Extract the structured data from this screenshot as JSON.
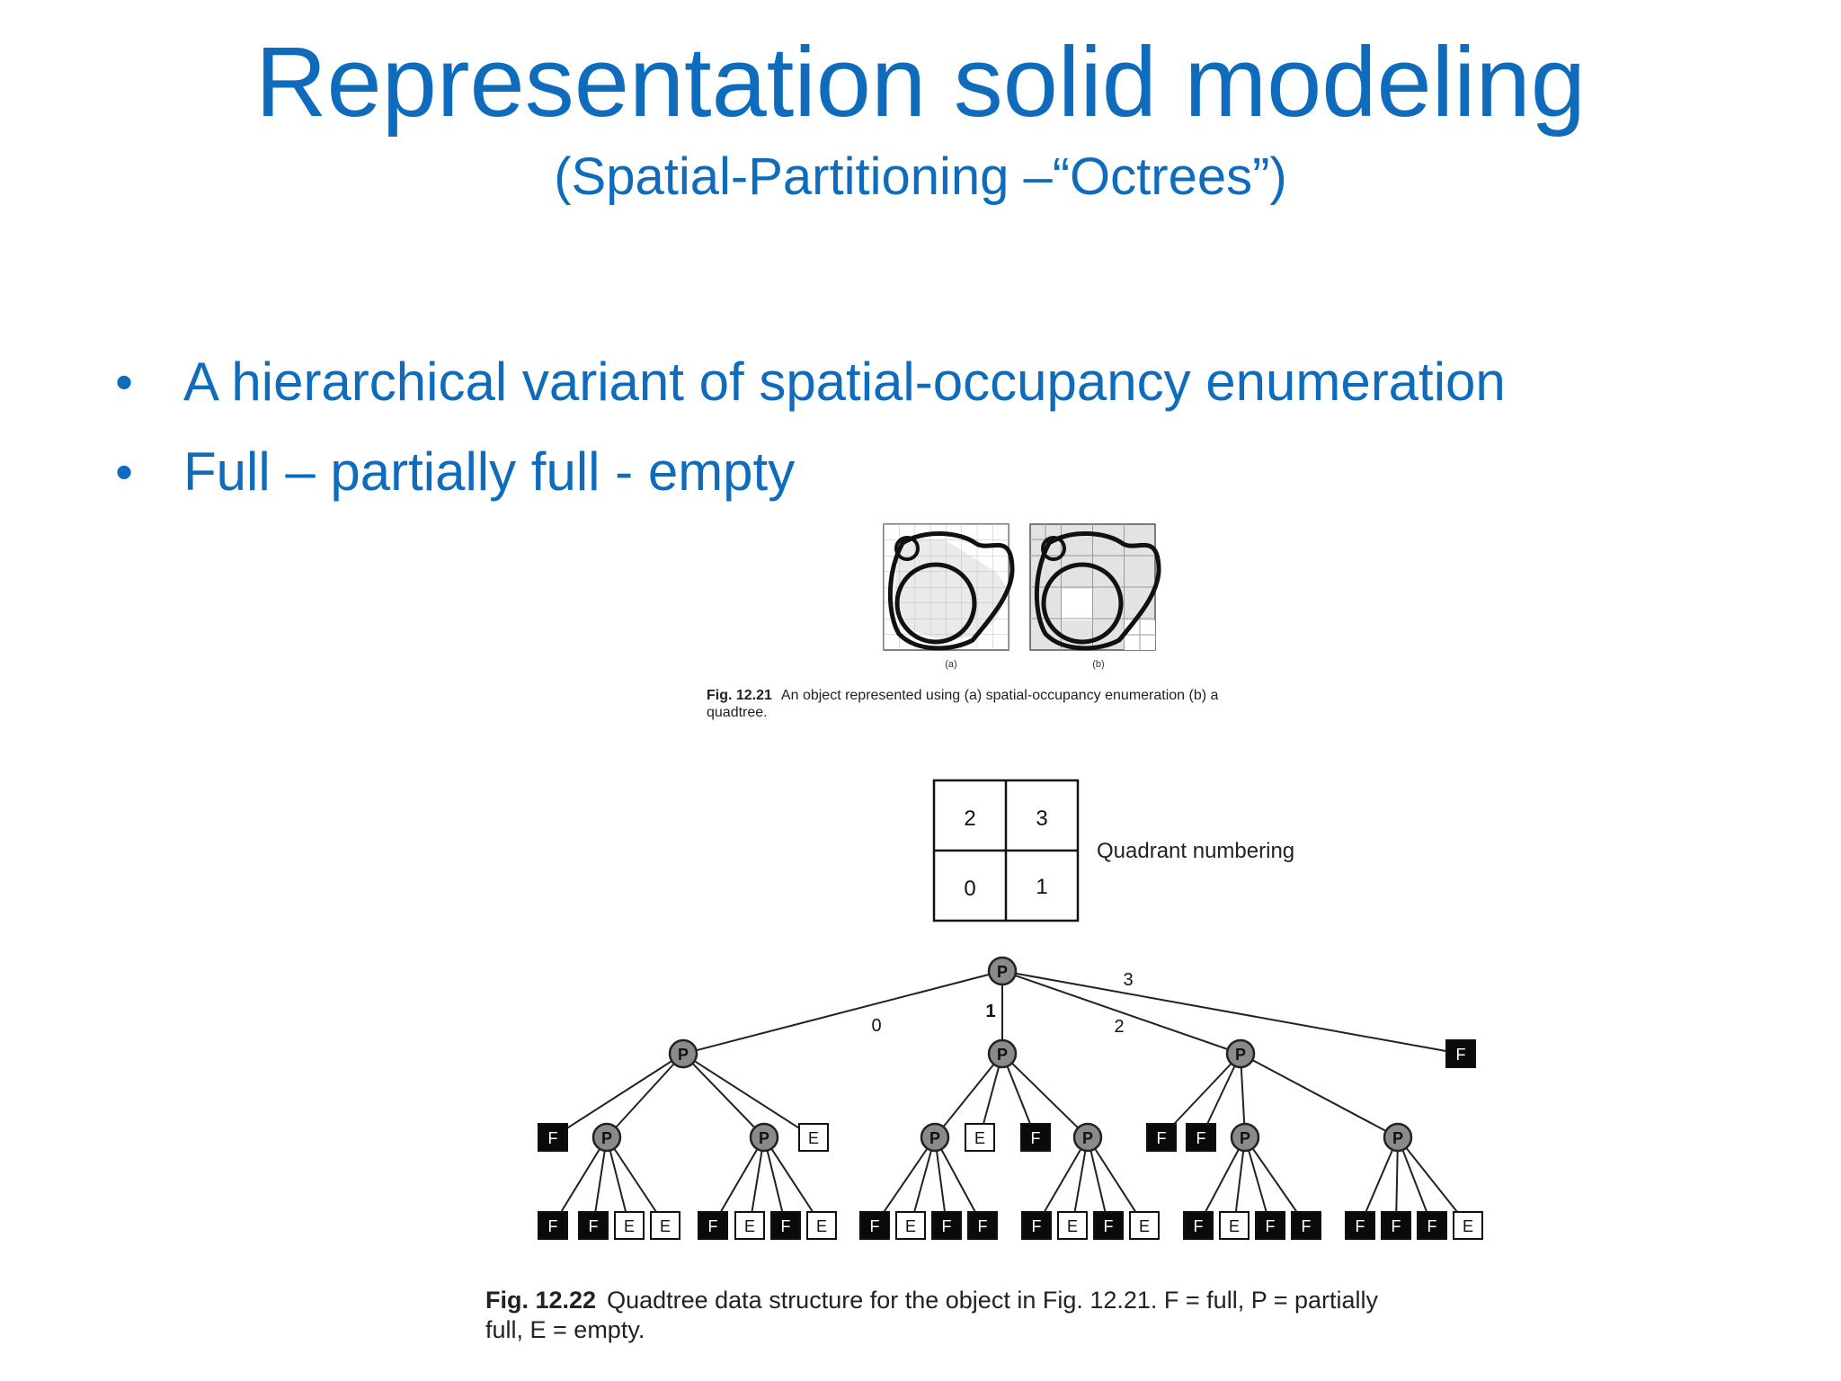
{
  "slide": {
    "title": "Representation solid modeling",
    "subtitle": "(Spatial-Partitioning –“Octrees”)",
    "bullets": [
      "A hierarchical variant of spatial-occupancy enumeration",
      "Full – partially full - empty"
    ]
  },
  "fig1": {
    "label_a": "(a)",
    "label_b": "(b)",
    "caption_num": "Fig. 12.21",
    "caption_text_1": "An object represented using (a) spatial-occupancy enumeration (b) a",
    "caption_text_2": "quadtree."
  },
  "quadrant": {
    "cells": [
      "2",
      "3",
      "0",
      "1"
    ],
    "label": "Quadrant numbering"
  },
  "tree": {
    "root": "P",
    "branch_labels": [
      "0",
      "1",
      "2",
      "3"
    ],
    "level1": [
      "P",
      "P",
      "P",
      "F"
    ],
    "level2": [
      [
        "F",
        "P",
        "P",
        "E"
      ],
      [
        "P",
        "E",
        "F",
        "P"
      ],
      [
        "F",
        "F",
        "P",
        "P"
      ]
    ],
    "level3": [
      [
        "F",
        "F",
        "E",
        "E"
      ],
      [
        "F",
        "E",
        "F",
        "E"
      ],
      [
        "F",
        "E",
        "F",
        "F"
      ],
      [
        "F",
        "E",
        "F",
        "E"
      ],
      [
        "F",
        "E",
        "F",
        "F"
      ],
      [
        "F",
        "F",
        "F",
        "E"
      ]
    ]
  },
  "fig2": {
    "caption_num": "Fig. 12.22",
    "caption_text_1": "Quadtree data structure for the object in Fig. 12.21. F = full, P = partially",
    "caption_text_2": "full, E = empty."
  },
  "colors": {
    "title": "#0f6cbd",
    "full": "#0a0a0a",
    "partial": "#8a8a8a",
    "empty": "#ffffff"
  }
}
